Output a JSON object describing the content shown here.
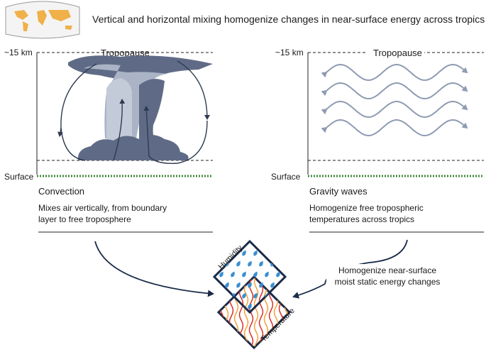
{
  "header": {
    "title": "Vertical and horizontal mixing homogenize changes in near-surface energy across tropics"
  },
  "left_panel": {
    "top_label": "~15 km",
    "tropopause_label": "Tropopause",
    "surface_label": "Surface",
    "heading": "Convection",
    "description_line1": "Mixes air vertically, from boundary",
    "description_line2": "layer to free troposphere"
  },
  "right_panel": {
    "top_label": "~15 km",
    "tropopause_label": "Tropopause",
    "surface_label": "Surface",
    "heading": "Gravity waves",
    "description_line1": "Homogenize free tropospheric",
    "description_line2": "temperatures across tropics"
  },
  "bottom": {
    "annotation_line1": "Homogenize near-surface",
    "annotation_line2": "moist static energy changes",
    "humidity_label": "Humidity",
    "temperature_label": "Temperature"
  },
  "colors": {
    "cloud_dark": "#5f6b86",
    "cloud_mid": "#8a97ae",
    "cloud_light": "#c3cbd8",
    "wave": "#8f9bb3",
    "grass": "#3f8a3a",
    "droplet": "#3b8fd0",
    "temp_red": "#d9312b",
    "temp_orange": "#f2a23a",
    "map_land": "#f0b04a"
  }
}
